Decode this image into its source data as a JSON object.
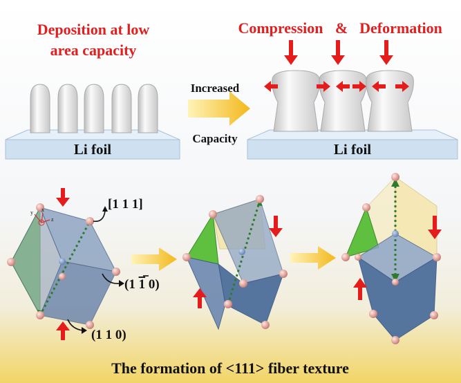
{
  "top_left": {
    "line1": "Deposition at low",
    "line2": "area capacity"
  },
  "top_right": {
    "compression": "Compression",
    "amp": "&",
    "deformation": "Deformation"
  },
  "arrow_label": {
    "top": "Increased",
    "bottom": "Capacity"
  },
  "foil_label_left": "Li foil",
  "foil_label_right": "Li foil",
  "axes": {
    "x": "x",
    "y": "y",
    "z": "z"
  },
  "directions": {
    "d111": "[1 1 1]",
    "d1_10_prefix": "(1 ",
    "d1_10_bar": "1",
    "d1_10_suffix": " 0)",
    "d110": "(1 1 0)"
  },
  "caption": "The formation of <111> fiber texture",
  "colors": {
    "red_title": "#e02020",
    "arrow_red": "#e51c1c",
    "green_face": "#5fbf3e",
    "blue_face": "#4d6f9c",
    "yellow_face": "#f5e4a0",
    "atom": "#e2a7a0",
    "dashed_diag": "#2e7a2e",
    "foil": "#cfe0f1"
  }
}
